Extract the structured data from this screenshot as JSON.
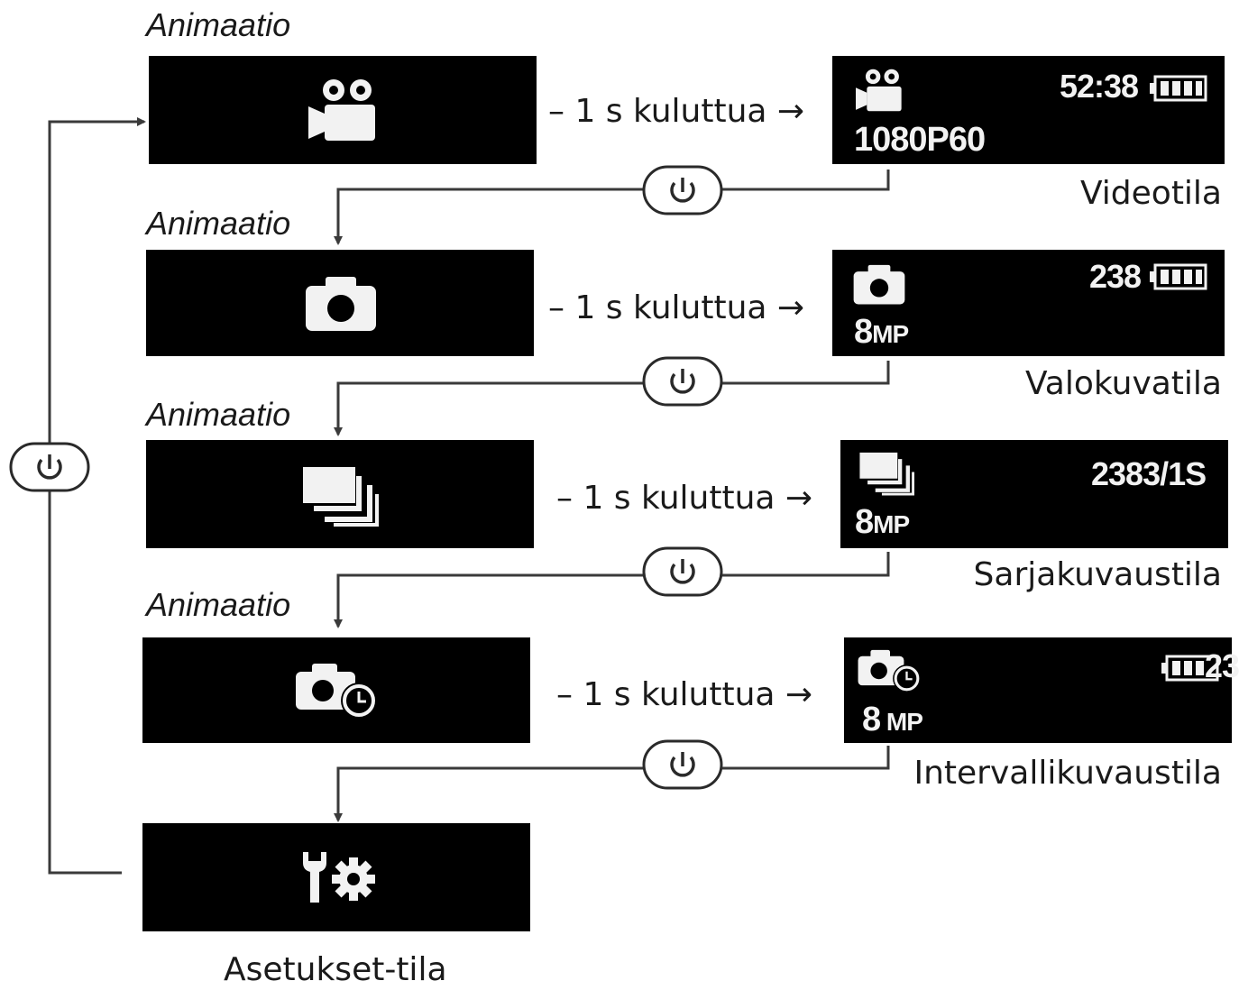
{
  "animation_label": "Animaatio",
  "transition_label": "– 1 s kuluttua →",
  "colors": {
    "screen": "#000000",
    "wire": "#3a3a3a",
    "screen_text": "#f2f2f2"
  },
  "rows": [
    {
      "mode_name": "Videotila",
      "resolution": "1080P60",
      "resolution_suffix": "",
      "counter": "52:38",
      "icon": "video-camera-icon"
    },
    {
      "mode_name": "Valokuvatila",
      "resolution": "8",
      "resolution_suffix": "MP",
      "counter": "238",
      "icon": "camera-icon"
    },
    {
      "mode_name": "Sarjakuvaustila",
      "resolution": "8",
      "resolution_suffix": "MP",
      "counter": "2383/1S",
      "icon": "burst-icon"
    },
    {
      "mode_name": "Intervallikuvaustila",
      "resolution": "8",
      "resolution_suffix": " MP",
      "counter": "23",
      "icon": "interval-camera-icon"
    }
  ],
  "settings": {
    "label": "Asetukset-tila",
    "icon": "settings-icon"
  },
  "power_icon": "power-button-icon",
  "battery_icon": "battery-icon"
}
